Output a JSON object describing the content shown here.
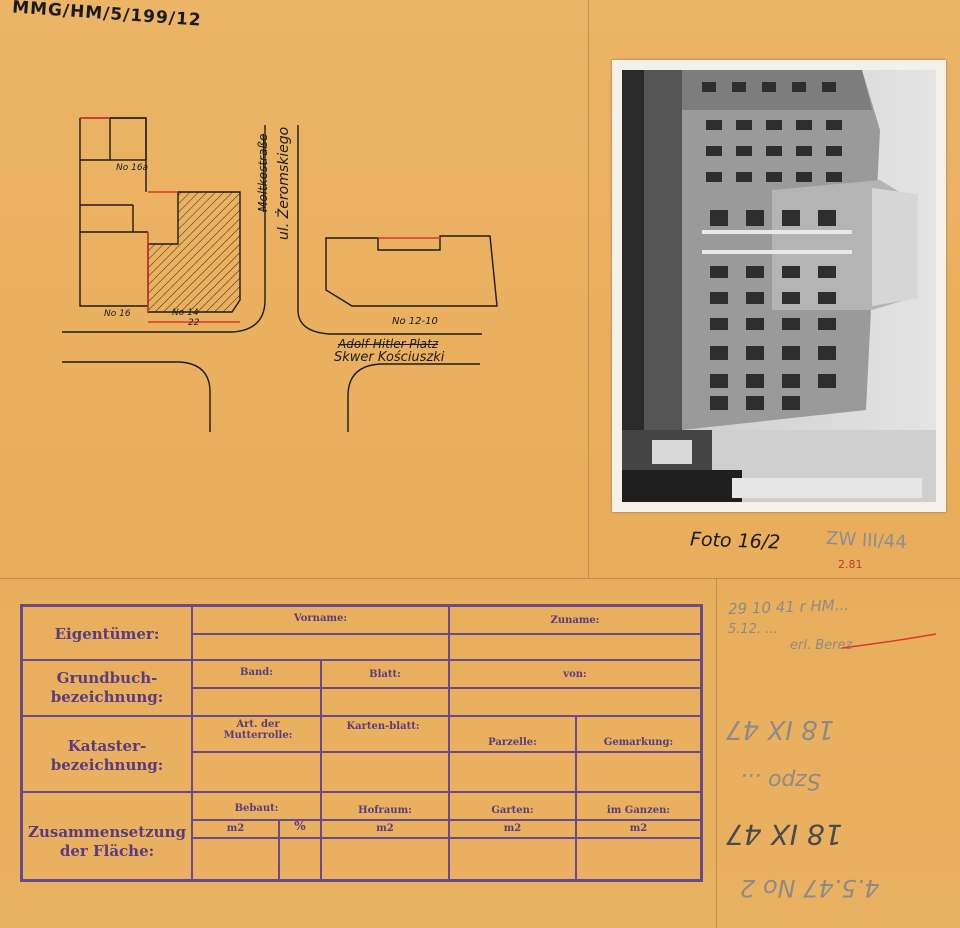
{
  "archive_reference": "MMG/HM/5/199/12",
  "photo": {
    "caption": "Foto 16/2",
    "reference": "ZW III/44"
  },
  "map": {
    "label_no16a": "No 16a",
    "label_no16": "No 16",
    "label_no14": "No 14",
    "dimension": "22",
    "street_old": "Moltkestraße",
    "street_new": "ul. Żeromskiego",
    "block_label": "No 12-10",
    "square_old": "Adolf-Hitler-Platz",
    "square_new": "Skwer Kościuszki"
  },
  "pencil_notes": {
    "line1": "29 10 41 r HM...",
    "line2": "5.12. ...",
    "line3": "erl. Berez",
    "red_mark": "2.81",
    "inv1": "18 IX 47",
    "inv2": "Szpo ...",
    "inv3": "18 IX 47",
    "inv4": "4.5.47 No 2"
  },
  "form": {
    "eigentuemer": "Eigentümer:",
    "vorname": "Vorname:",
    "zuname": "Zuname:",
    "grundbuch": "Grundbuch-bezeichnung:",
    "band": "Band:",
    "blatt": "Blatt:",
    "von": "von:",
    "kataster": "Kataster-bezeichnung:",
    "mutterrolle": "Art. der Mutterrolle:",
    "kartenblatt": "Karten-blatt:",
    "parzelle": "Parzelle:",
    "gemarkung": "Gemarkung:",
    "zusammensetzung": "Zusammensetzung der Fläche:",
    "bebaut": "Bebaut:",
    "hofraum": "Hofraum:",
    "garten": "Garten:",
    "im_ganzen": "im Ganzen:",
    "m2": "m2",
    "percent": "%"
  }
}
